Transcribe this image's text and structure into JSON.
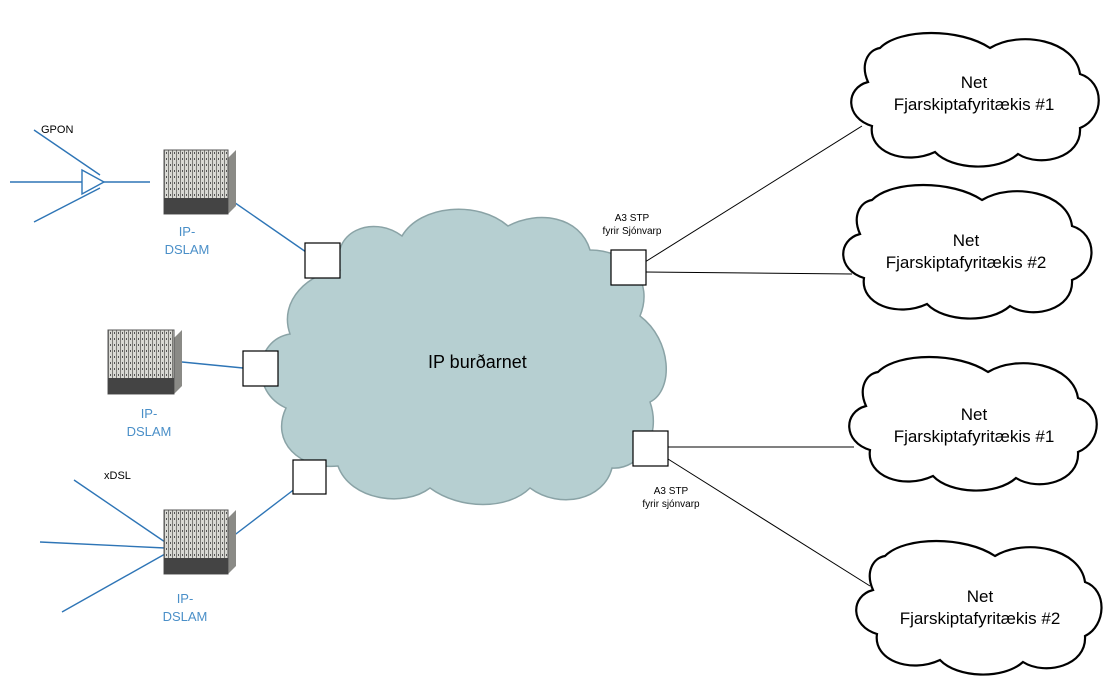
{
  "core": {
    "label": "IP burðarnet",
    "fill": "#b6cfd1"
  },
  "access": {
    "gpon_label": "GPON",
    "xdsl_label": "xDSL",
    "dslams": [
      {
        "line1": "IP-",
        "line2": "DSLAM"
      },
      {
        "line1": "IP-",
        "line2": "DSLAM"
      },
      {
        "line1": "IP-",
        "line2": "DSLAM"
      }
    ],
    "link_color": "#2e75b6"
  },
  "stp": [
    {
      "line1": "A3 STP",
      "line2": "fyrir Sjónvarp"
    },
    {
      "line1": "A3 STP",
      "line2": "fyrir sjónvarp"
    }
  ],
  "operators": [
    {
      "line1": "Net",
      "line2": "Fjarskiptafyritækis #1"
    },
    {
      "line1": "Net",
      "line2": "Fjarskiptafyritækis #2"
    },
    {
      "line1": "Net",
      "line2": "Fjarskiptafyritækis #1"
    },
    {
      "line1": "Net",
      "line2": "Fjarskiptafyritækis #2"
    }
  ]
}
